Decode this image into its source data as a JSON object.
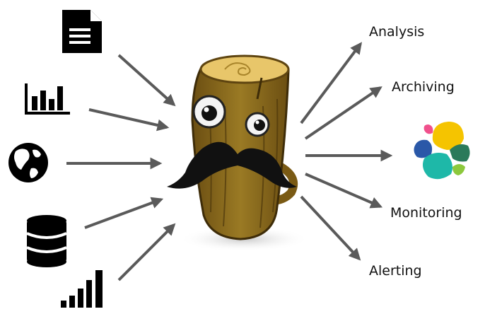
{
  "outputs": {
    "analysis": "Analysis",
    "archiving": "Archiving",
    "monitoring": "Monitoring",
    "alerting": "Alerting"
  },
  "inputs": {
    "icons": [
      "document-icon",
      "bar-chart-icon",
      "globe-icon",
      "database-icon",
      "signal-bars-icon"
    ]
  },
  "center": {
    "icon": "logstash-log-mascot-icon"
  },
  "destination": {
    "icon": "elasticsearch-logo-icon"
  },
  "colors": {
    "arrow": "#5a5a5a",
    "log_wood": "#8a6a1a",
    "log_dark": "#5e4410",
    "mustache": "#111111",
    "es_yellow": "#f5c400",
    "es_pink": "#f0508c",
    "es_blue": "#2a58a8",
    "es_teal": "#1eb8a8",
    "es_green": "#2a7a5a",
    "es_lime": "#8cc83c"
  }
}
